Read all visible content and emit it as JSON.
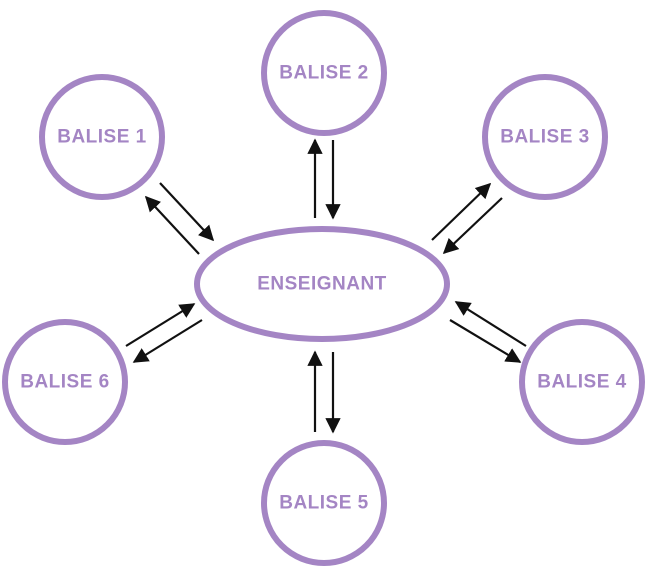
{
  "diagram": {
    "center": {
      "label": "ENSEIGNANT"
    },
    "nodes": [
      {
        "id": "balise-1",
        "label": "BALISE 1"
      },
      {
        "id": "balise-2",
        "label": "BALISE 2"
      },
      {
        "id": "balise-3",
        "label": "BALISE 3"
      },
      {
        "id": "balise-4",
        "label": "BALISE 4"
      },
      {
        "id": "balise-5",
        "label": "BALISE 5"
      },
      {
        "id": "balise-6",
        "label": "BALISE 6"
      }
    ],
    "connections": "bidirectional",
    "colors": {
      "node_stroke": "#a485c4",
      "node_text": "#a485c4",
      "arrow": "#111111",
      "background": "#ffffff"
    }
  }
}
